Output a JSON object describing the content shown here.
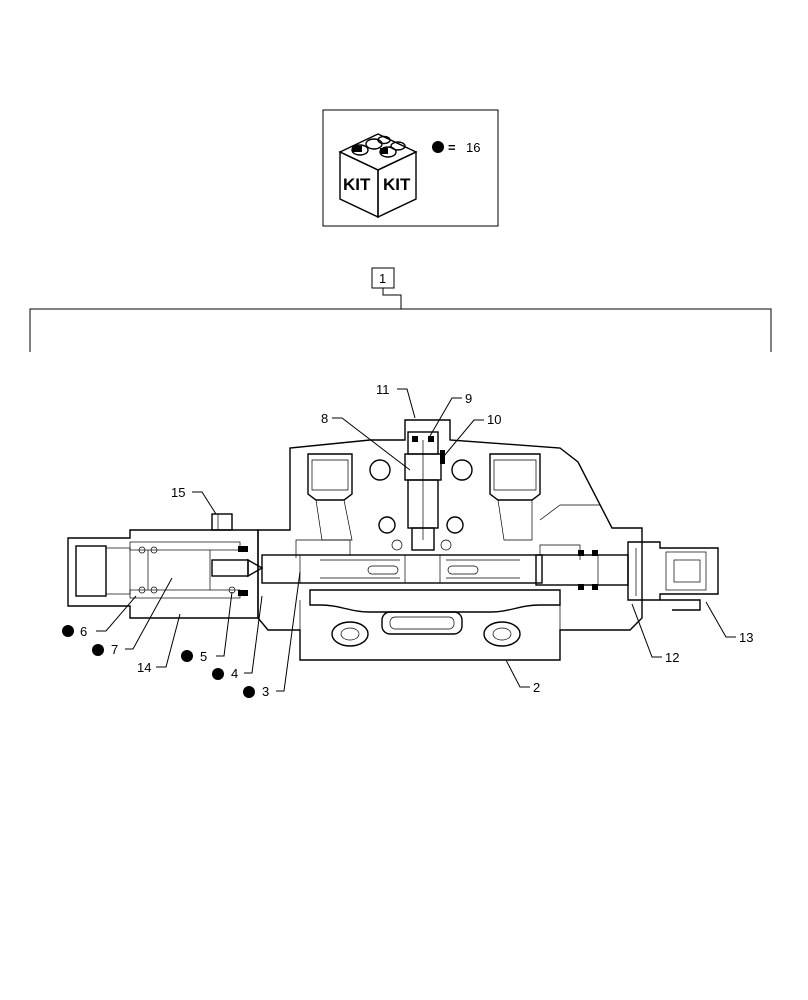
{
  "kit_legend": {
    "kit_word": "KIT",
    "equals": "=",
    "kit_number": "16"
  },
  "assembly": {
    "number": "1"
  },
  "callouts": {
    "2": "2",
    "3": "3",
    "4": "4",
    "5": "5",
    "6": "6",
    "7": "7",
    "8": "8",
    "9": "9",
    "10": "10",
    "11": "11",
    "12": "12",
    "13": "13",
    "14": "14",
    "15": "15"
  },
  "kit_marked_parts": [
    "3",
    "4",
    "5",
    "6",
    "7"
  ]
}
